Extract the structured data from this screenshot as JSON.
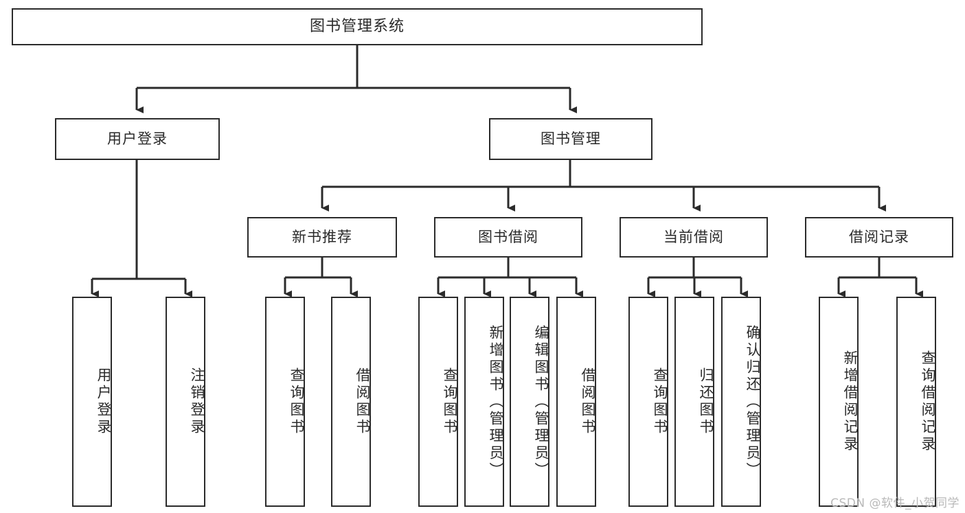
{
  "diagram": {
    "title": "图书管理系统",
    "watermark": "CSDN @软件_小贺同学",
    "line_color": "#2b2b2b",
    "box_border_color": "#2b2b2b",
    "box_fill_color": "#ffffff",
    "text_color": "#2a2a2a",
    "type": "tree-hierarchy",
    "root": {
      "label": "图书管理系统"
    },
    "level2": [
      {
        "label": "用户登录"
      },
      {
        "label": "图书管理"
      }
    ],
    "level3": [
      {
        "label": "新书推荐",
        "parent": "图书管理"
      },
      {
        "label": "图书借阅",
        "parent": "图书管理"
      },
      {
        "label": "当前借阅",
        "parent": "图书管理"
      },
      {
        "label": "借阅记录",
        "parent": "图书管理"
      }
    ],
    "leaves": [
      {
        "label": "用户登录",
        "parent": "用户登录"
      },
      {
        "label": "注销登录",
        "parent": "用户登录"
      },
      {
        "label": "查询图书",
        "parent": "新书推荐"
      },
      {
        "label": "借阅图书",
        "parent": "新书推荐"
      },
      {
        "label": "查询图书",
        "parent": "图书借阅"
      },
      {
        "label": "新增图书（管理员）",
        "parent": "图书借阅"
      },
      {
        "label": "编辑图书（管理员）",
        "parent": "图书借阅"
      },
      {
        "label": "借阅图书",
        "parent": "图书借阅"
      },
      {
        "label": "查询图书",
        "parent": "当前借阅"
      },
      {
        "label": "归还图书",
        "parent": "当前借阅"
      },
      {
        "label": "确认归还（管理员）",
        "parent": "当前借阅"
      },
      {
        "label": "新增借阅记录",
        "parent": "借阅记录"
      },
      {
        "label": "查询借阅记录",
        "parent": "借阅记录"
      }
    ]
  }
}
